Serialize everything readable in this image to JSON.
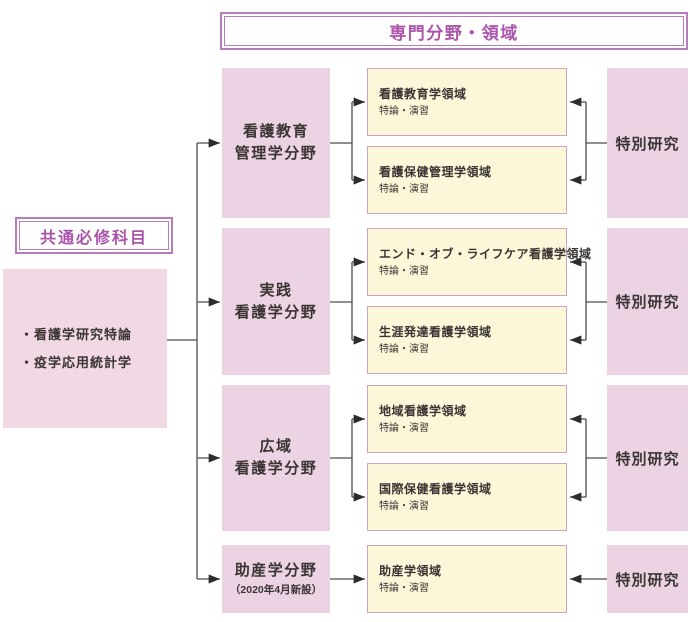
{
  "specialized_header": {
    "title": "専門分野・領域"
  },
  "common": {
    "title": "共通必修科目",
    "items": [
      "・看護学研究特論",
      "・疫学応用統計学"
    ]
  },
  "sections": [
    {
      "field": {
        "line1": "看護教育",
        "line2": "管理学分野"
      },
      "areas": [
        {
          "name": "看護教育学領域",
          "sub": "特論・演習"
        },
        {
          "name": "看護保健管理学領域",
          "sub": "特論・演習"
        }
      ],
      "research": "特別研究"
    },
    {
      "field": {
        "line1": "実践",
        "line2": "看護学分野"
      },
      "areas": [
        {
          "name": "エンド・オブ・ライフケア看護学領域",
          "sub": "特論・演習"
        },
        {
          "name": "生涯発達看護学領域",
          "sub": "特論・演習"
        }
      ],
      "research": "特別研究"
    },
    {
      "field": {
        "line1": "広域",
        "line2": "看護学分野"
      },
      "areas": [
        {
          "name": "地域看護学領域",
          "sub": "特論・演習"
        },
        {
          "name": "国際保健看護学領域",
          "sub": "特論・演習"
        }
      ],
      "research": "特別研究"
    },
    {
      "field": {
        "line1": "助産学分野",
        "line2": "（2020年4月新設）"
      },
      "areas": [
        {
          "name": "助産学領域",
          "sub": "特論・演習"
        }
      ],
      "research": "特別研究"
    }
  ],
  "colors": {
    "pink_box": "#ecd3e4",
    "left_pink_box": "#f2d7e4",
    "cream_box": "#fdf7da",
    "cream_border": "#cfa3bf",
    "header_purple_text": "#aa55aa",
    "header_purple_border": "#b77cbc",
    "connector_line": "#4d4d4d",
    "body_text": "#3a3533"
  }
}
